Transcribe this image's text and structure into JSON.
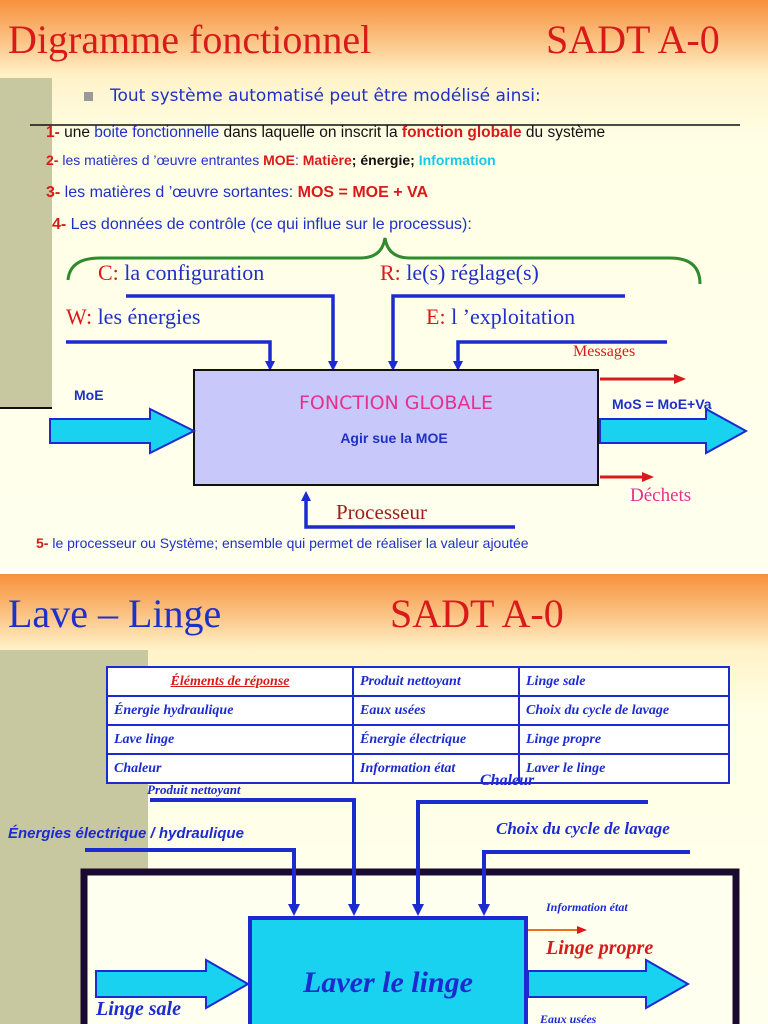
{
  "slide1": {
    "title": "Digramme fonctionnel",
    "title_right": "SADT A-0",
    "intro": "Tout système automatisé peut être modélisé ainsi:",
    "item1": {
      "num": "1-",
      "a": " une ",
      "b": "boite fonctionnelle",
      "c": " dans laquelle on inscrit la ",
      "d": "fonction globale",
      "e": " du système"
    },
    "item2": {
      "num": "2-",
      "a": " les matières d ’œuvre entrantes ",
      "moe": "MOE",
      "colon": ": ",
      "matiere": "Matière",
      "sep1": "; ",
      "energie": "énergie",
      "sep2": "; ",
      "information": "Information"
    },
    "item3": {
      "num": "3-",
      "a": " les matières d ’œuvre sortantes: ",
      "b": "MOS = MOE + VA"
    },
    "item4": {
      "num": "4-",
      "a": " Les données de contrôle (ce qui influe sur le processus):"
    },
    "controls": {
      "c_key": "C:",
      "c": " la configuration",
      "r_key": "R:",
      "r": " le(s) réglage(s)",
      "w_key": "W:",
      "w": " les énergies",
      "e_key": "E:",
      "e": " l ’exploitation"
    },
    "box": {
      "title": "FONCTION GLOBALE",
      "subtitle": "Agir sue la MOE"
    },
    "moe_label": "MoE",
    "mos_label": "MoS = MoE+Va",
    "messages": "Messages",
    "dechets": "Déchets",
    "processeur": "Processeur",
    "item5": {
      "num": "5-",
      "a": " le processeur ou Système; ensemble qui permet de réaliser la valeur ajoutée"
    }
  },
  "slide2": {
    "title": "Lave – Linge",
    "title_right": "SADT A-0",
    "table": [
      [
        "Éléments de réponse",
        "Produit nettoyant",
        "Linge sale"
      ],
      [
        "Énergie hydraulique",
        "Eaux usées",
        "Choix du cycle de lavage"
      ],
      [
        "Lave linge",
        "Énergie électrique",
        "Linge propre"
      ],
      [
        "Chaleur",
        "Information état",
        "Laver le linge"
      ]
    ],
    "produit_nettoyant": "Produit nettoyant",
    "chaleur": "Chaleur",
    "energies": "Énergies électrique / hydraulique",
    "choix": "Choix du cycle de lavage",
    "box": "Laver le linge",
    "information_etat": "Information état",
    "linge_propre": "Linge propre",
    "linge_sale": "Linge sale",
    "eaux_usees": "Eaux usées"
  },
  "colors": {
    "red": "#d81a1a",
    "blue": "#1f30c8",
    "cyan": "#19c8e6",
    "green": "#2e8b2e",
    "box_fill": "#c8c8fa",
    "arrow_fill": "#19d2f0"
  }
}
